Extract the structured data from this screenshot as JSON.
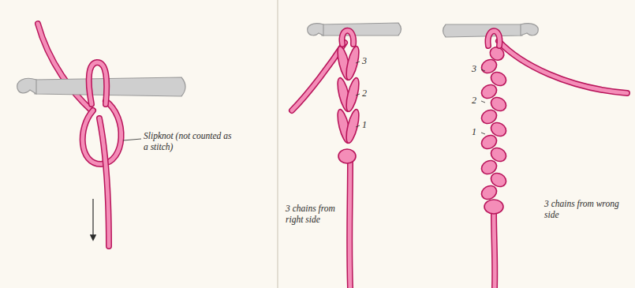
{
  "diagram": {
    "labels": [
      "Slipknot (not counted as a stitch)",
      "3",
      "2",
      "1",
      "3 chains from right side",
      "3",
      "2",
      "1",
      "3 chains from wrong side"
    ]
  }
}
